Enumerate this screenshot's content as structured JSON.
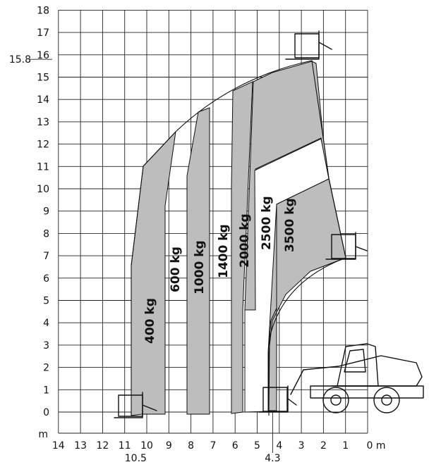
{
  "chart_data": {
    "type": "load-chart",
    "y_axis": {
      "ticks": [
        18,
        17,
        16,
        15,
        14,
        13,
        12,
        11,
        10,
        9,
        8,
        7,
        6,
        5,
        4,
        3,
        2,
        1,
        0
      ],
      "unit": "m",
      "marker": "15.8"
    },
    "x_axis": {
      "ticks": [
        14,
        13,
        12,
        11,
        10,
        9,
        8,
        7,
        6,
        5,
        4,
        3,
        2,
        1,
        0
      ],
      "zero_label": "0 m",
      "markers": [
        "10.5",
        "4.3"
      ]
    },
    "zones": [
      {
        "label": "400 kg",
        "color": "#bdbdbd"
      },
      {
        "label": "600 kg",
        "color": "#ffffff"
      },
      {
        "label": "1000 kg",
        "color": "#bdbdbd"
      },
      {
        "label": "1400 kg",
        "color": "#ffffff"
      },
      {
        "label": "2000 kg",
        "color": "#bdbdbd"
      },
      {
        "label": "2500 kg",
        "color": "#ffffff"
      },
      {
        "label": "3500 kg",
        "color": "#bdbdbd"
      }
    ],
    "max_height_m": 15.8,
    "max_reach_m": 10.5,
    "reach_at_ground_m": 4.3
  }
}
